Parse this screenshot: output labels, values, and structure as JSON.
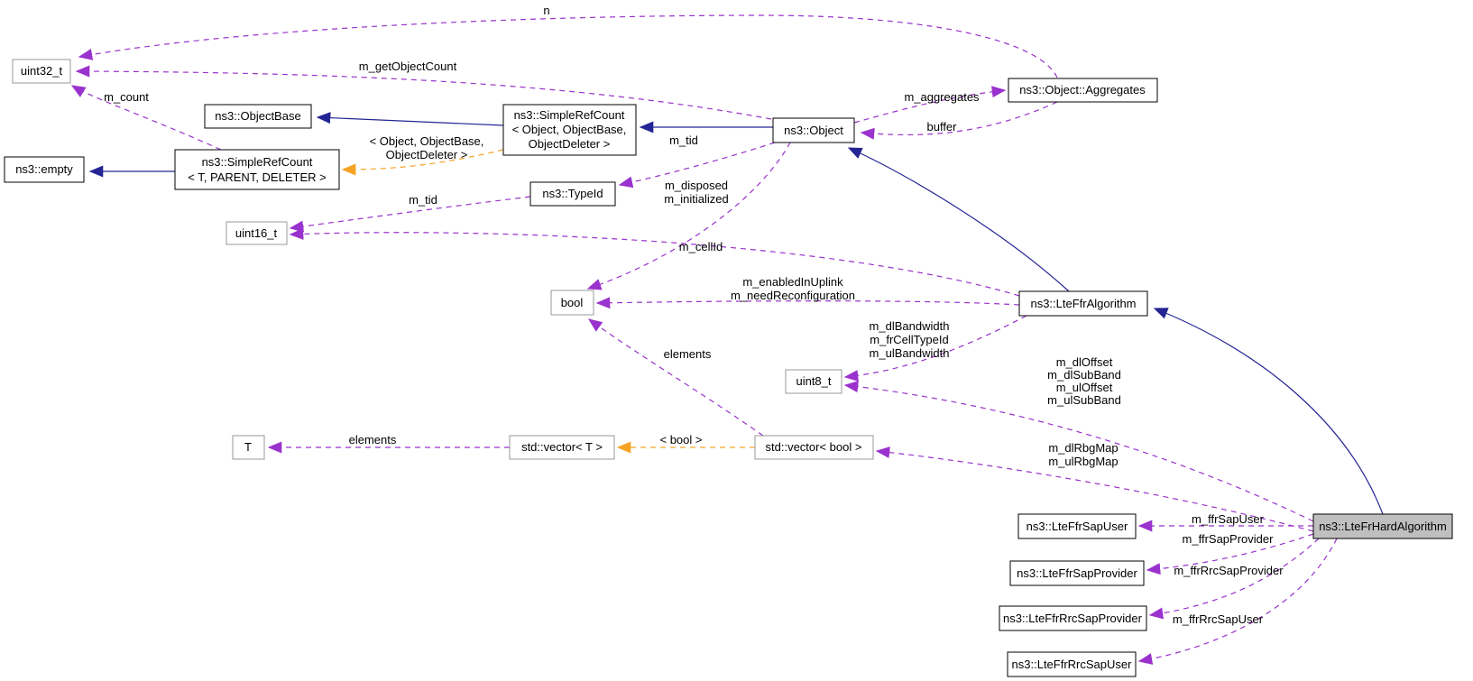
{
  "nodes": {
    "uint32": {
      "label": "uint32_t"
    },
    "empty": {
      "label": "ns3::empty"
    },
    "objectbase": {
      "label": "ns3::ObjectBase"
    },
    "simplerefcount_t": {
      "line1": "ns3::SimpleRefCount",
      "line2": "< T, PARENT, DELETER >"
    },
    "simplerefcount_object": {
      "line1": "ns3::SimpleRefCount",
      "line2": "< Object, ObjectBase,",
      "line3": "ObjectDeleter >"
    },
    "object": {
      "label": "ns3::Object"
    },
    "aggregates": {
      "label": "ns3::Object::Aggregates"
    },
    "typeid": {
      "label": "ns3::TypeId"
    },
    "uint16": {
      "label": "uint16_t"
    },
    "bool": {
      "label": "bool"
    },
    "lteffralgorithm": {
      "label": "ns3::LteFfrAlgorithm"
    },
    "uint8": {
      "label": "uint8_t"
    },
    "t": {
      "label": "T"
    },
    "vector_t": {
      "label": "std::vector< T >"
    },
    "vector_bool": {
      "label": "std::vector< bool >"
    },
    "lteffrsapuser": {
      "label": "ns3::LteFfrSapUser"
    },
    "ltefrhardalgorithm": {
      "label": "ns3::LteFrHardAlgorithm"
    },
    "lteffrsapprovider": {
      "label": "ns3::LteFfrSapProvider"
    },
    "lteffrrrcsapprovider": {
      "label": "ns3::LteFfrRrcSapProvider"
    },
    "lteffrrrcsapuser": {
      "label": "ns3::LteFfrRrcSapUser"
    }
  },
  "edge_labels": {
    "n": "n",
    "m_getObjectCount": "m_getObjectCount",
    "m_count": "m_count",
    "m_aggregates": "m_aggregates",
    "buffer": "buffer",
    "m_tid_object": "m_tid",
    "m_tid_typeid": "m_tid",
    "template_object": {
      "line1": "< Object, ObjectBase,",
      "line2": "ObjectDeleter >"
    },
    "m_disposed": {
      "line1": "m_disposed",
      "line2": "m_initialized"
    },
    "m_cellId": "m_cellId",
    "m_enabled": {
      "line1": "m_enabledInUplink",
      "line2": "m_needReconfiguration"
    },
    "elements_bool": "elements",
    "m_dlBandwidth": {
      "line1": "m_dlBandwidth",
      "line2": "m_frCellTypeId",
      "line3": "m_ulBandwidth"
    },
    "m_dlOffset": {
      "line1": "m_dlOffset",
      "line2": "m_dlSubBand",
      "line3": "m_ulOffset",
      "line4": "m_ulSubBand"
    },
    "elements_t": "elements",
    "template_bool": "< bool >",
    "m_dlRbgMap": {
      "line1": "m_dlRbgMap",
      "line2": "m_ulRbgMap"
    },
    "m_ffrSapUser": "m_ffrSapUser",
    "m_ffrSapProvider": "m_ffrSapProvider",
    "m_ffrRrcSapProvider": "m_ffrRrcSapProvider",
    "m_ffrRrcSapUser": "m_ffrRrcSapUser"
  },
  "colors": {
    "inheritance_edge": "#242494",
    "usage_edge": "#9a32cd",
    "template_edge": "#f5a325",
    "highlight_node_fill": "#bfbfbf",
    "primitive_node_border": "#9a9a9a",
    "node_border": "#000000",
    "background": "#ffffff"
  }
}
